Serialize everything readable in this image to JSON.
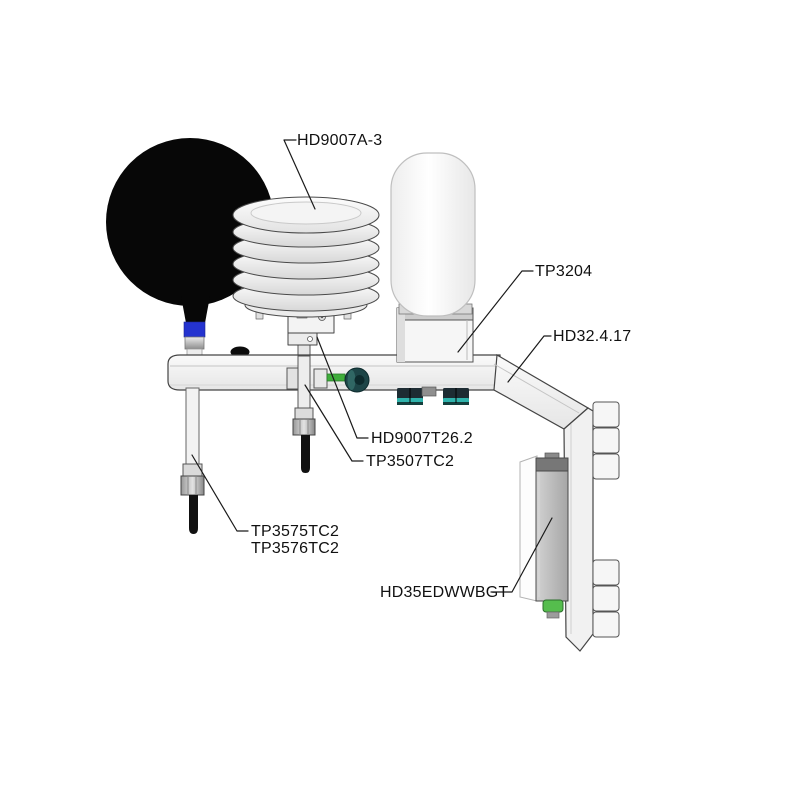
{
  "labels": {
    "radiation_shield": "HD9007A-3",
    "wet_bulb_reservoir": "TP3204",
    "support_bracket": "HD32.4.17",
    "shield_probe": "HD9007T26.2",
    "wet_bulb_probe": "TP3507TC2",
    "globe_probe_line1": "TP3575TC2",
    "globe_probe_line2": "TP3576TC2",
    "data_logger": "HD35EDWWBGT"
  },
  "colors": {
    "background": "#ffffff",
    "globe_black": "#070707",
    "blue_ring": "#2433cf",
    "green_rod": "#3fae3b",
    "knob_teal": "#1d4547",
    "connector_teal": "#2fb3ac",
    "connector_body": "#1d2c33",
    "logger_connector_green": "#55bd4d",
    "leader_line": "#1a1a1a"
  }
}
